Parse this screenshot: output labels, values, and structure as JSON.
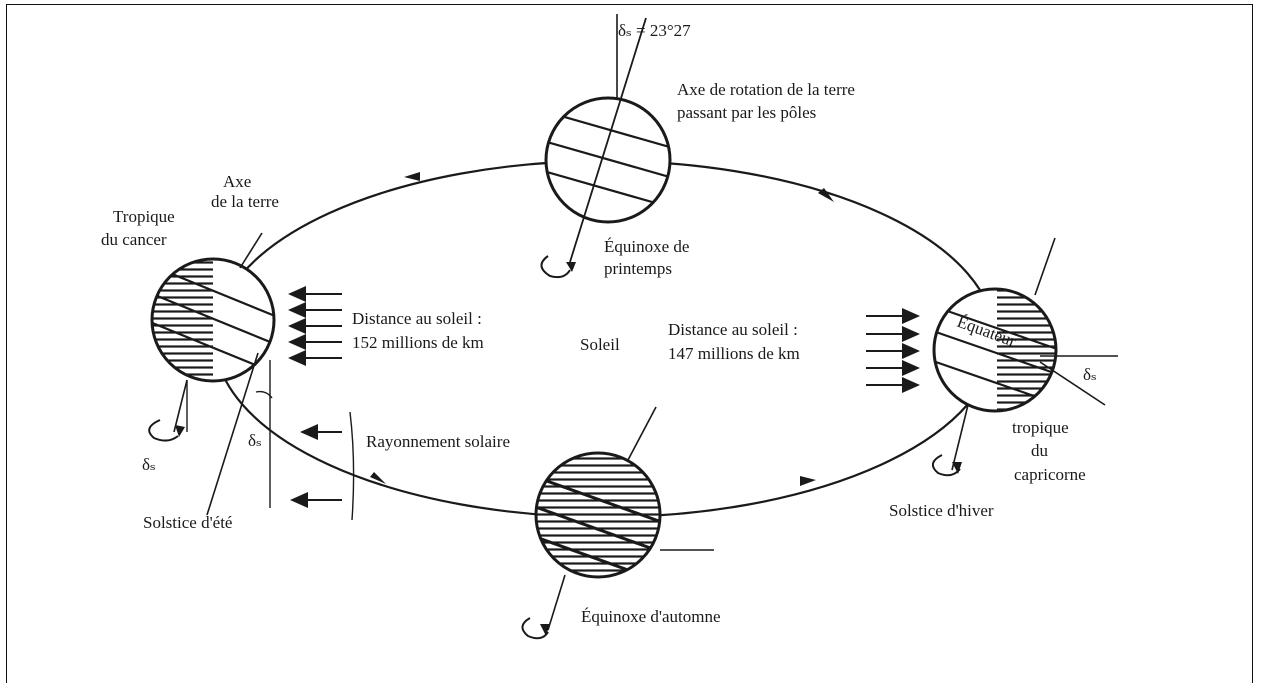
{
  "diagram": {
    "labels": {
      "delta_value": "δₛ = 23°27",
      "axis_rotation_line1": "Axe de rotation de la terre",
      "axis_rotation_line2": "passant par les pôles",
      "earth_axis_line1": "Axe",
      "earth_axis_line2": "de la terre",
      "tropic_cancer_line1": "Tropique",
      "tropic_cancer_line2": "du cancer",
      "spring_equinox_line1": "Équinoxe de",
      "spring_equinox_line2": "printemps",
      "distance_far_line1": "Distance au soleil :",
      "distance_far_line2": "152 millions de km",
      "sun": "Soleil",
      "distance_near_line1": "Distance au soleil :",
      "distance_near_line2": "147 millions de km",
      "equator": "Équateur",
      "delta_right": "δₛ",
      "delta_left": "δₛ",
      "delta_bottom_left": "δₛ",
      "tropic_capricorn_line1": "tropique",
      "tropic_capricorn_line2": "du",
      "tropic_capricorn_line3": "capricorne",
      "solar_radiation": "Rayonnement solaire",
      "summer_solstice": "Solstice d'été",
      "winter_solstice": "Solstice d'hiver",
      "autumn_equinox": "Équinoxe d'automne"
    },
    "colors": {
      "ink": "#1a1a1a",
      "background": "#ffffff"
    }
  }
}
